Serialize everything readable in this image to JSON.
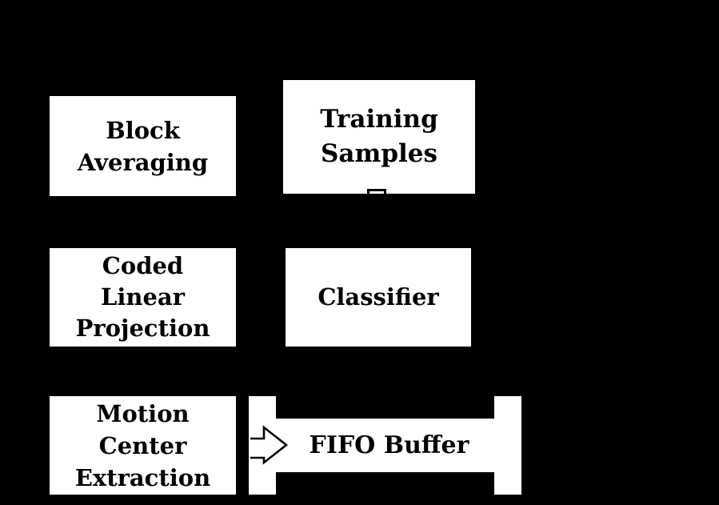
{
  "diagram": {
    "colors": {
      "background": "#000000",
      "node_fill": "#ffffff",
      "ink": "#000000"
    },
    "nodes": {
      "block_averaging": {
        "lines": [
          "Block",
          "Averaging"
        ]
      },
      "training_samples": {
        "lines": [
          "Training",
          "Samples"
        ]
      },
      "coded_linear_projection": {
        "lines": [
          "Coded",
          "Linear",
          "Projection"
        ]
      },
      "classifier": {
        "lines": [
          "Classifier"
        ]
      },
      "motion_center_extraction": {
        "lines": [
          "Motion",
          "Center",
          "Extraction"
        ]
      },
      "fifo_buffer": {
        "label": "FIFO Buffer"
      }
    },
    "icons": {
      "flow_arrow": "hollow-right-block-arrow",
      "training_port": "open-square-port"
    }
  }
}
